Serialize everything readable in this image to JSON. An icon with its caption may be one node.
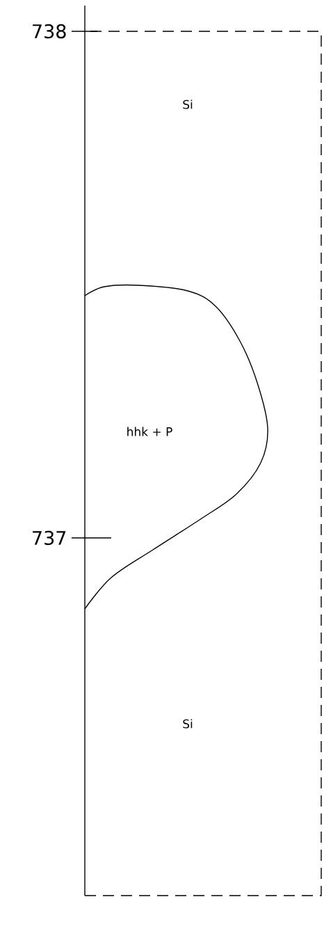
{
  "diagram": {
    "nodes": [
      {
        "text": [
          "hhk + P"
        ]
      }
    ],
    "labels": [
      "738",
      "Si",
      "737",
      "Si"
    ]
  }
}
